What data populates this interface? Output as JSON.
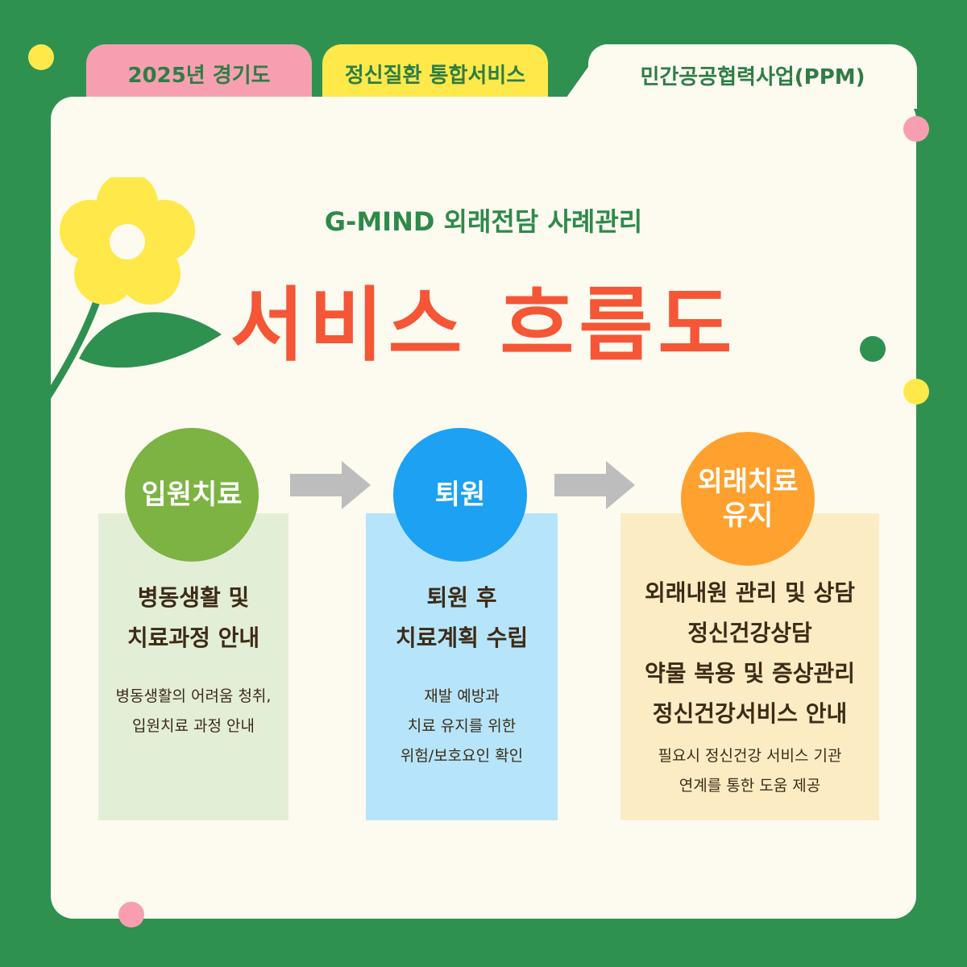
{
  "tabs": [
    {
      "label": "2025년 경기도",
      "color": "#f79fb1"
    },
    {
      "label": "정신질환 통합서비스",
      "color": "#ffe94a"
    },
    {
      "label": "민간공공협력사업(PPM)",
      "color": "#fdfaf0"
    }
  ],
  "header": {
    "subtitle": "G-MIND 외래전담 사례관리",
    "title": "서비스 흐름도"
  },
  "steps": [
    {
      "name": "입원치료",
      "color": "#7cb342",
      "panel_color": "#e3eed7",
      "heading": [
        "병동생활 및",
        "치료과정 안내"
      ],
      "body": [
        "병동생활의 어려움 청취,",
        "입원치료 과정 안내"
      ]
    },
    {
      "name": "퇴원",
      "color": "#1da1f2",
      "panel_color": "#b6e5fb",
      "heading": [
        "퇴원 후",
        "치료계획 수립"
      ],
      "body": [
        "재발 예방과",
        "치료 유지를 위한",
        "위험/보호요인 확인"
      ]
    },
    {
      "name": "외래치료\n유지",
      "color": "#ffa12e",
      "panel_color": "#fcecc4",
      "heading": [
        "외래내원 관리 및 상담",
        "정신건강상담",
        "약물 복용 및 증상관리",
        "정신건강서비스 안내"
      ],
      "body": [
        "필요시 정신건강 서비스 기관",
        "연계를 통한 도움 제공"
      ]
    }
  ],
  "colors": {
    "background": "#2e9150",
    "card": "#fdfaf0",
    "title": "#f45636",
    "subtitle": "#2e8a4a",
    "arrow": "#bdbdbd",
    "text": "#3d2b16"
  },
  "icons": [
    "flower-decoration",
    "arrow-right-icon"
  ]
}
